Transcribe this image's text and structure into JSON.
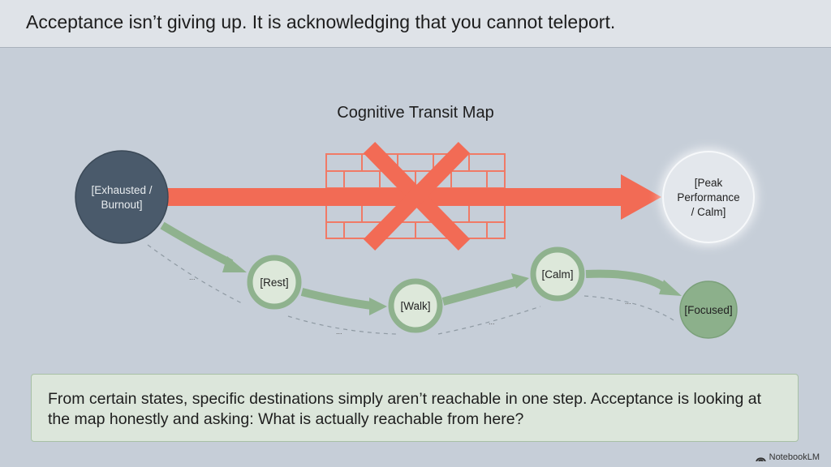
{
  "header": {
    "title": "Acceptance isn’t giving up. It is acknowledging that you cannot teleport."
  },
  "diagram": {
    "title": "Cognitive Transit Map",
    "nodes": {
      "start": "[Exhausted / Burnout]",
      "start_lines": [
        "[Exhausted /",
        "Burnout]"
      ],
      "goal_lines": [
        "[Peak",
        "Performance",
        "/ Calm]"
      ],
      "rest": "[Rest]",
      "walk": "[Walk]",
      "calm": "[Calm]",
      "focused": "[Focused]"
    },
    "ellipsis": "...",
    "colors": {
      "blocked": "#f26b55",
      "path": "#8fb28e",
      "start": "#4a5a6b"
    }
  },
  "note": {
    "text": "From certain states, specific destinations simply aren’t reachable in one step. Acceptance is looking at the map honestly and asking: What is actually reachable from here?"
  },
  "brand": {
    "label": "NotebookLM"
  }
}
